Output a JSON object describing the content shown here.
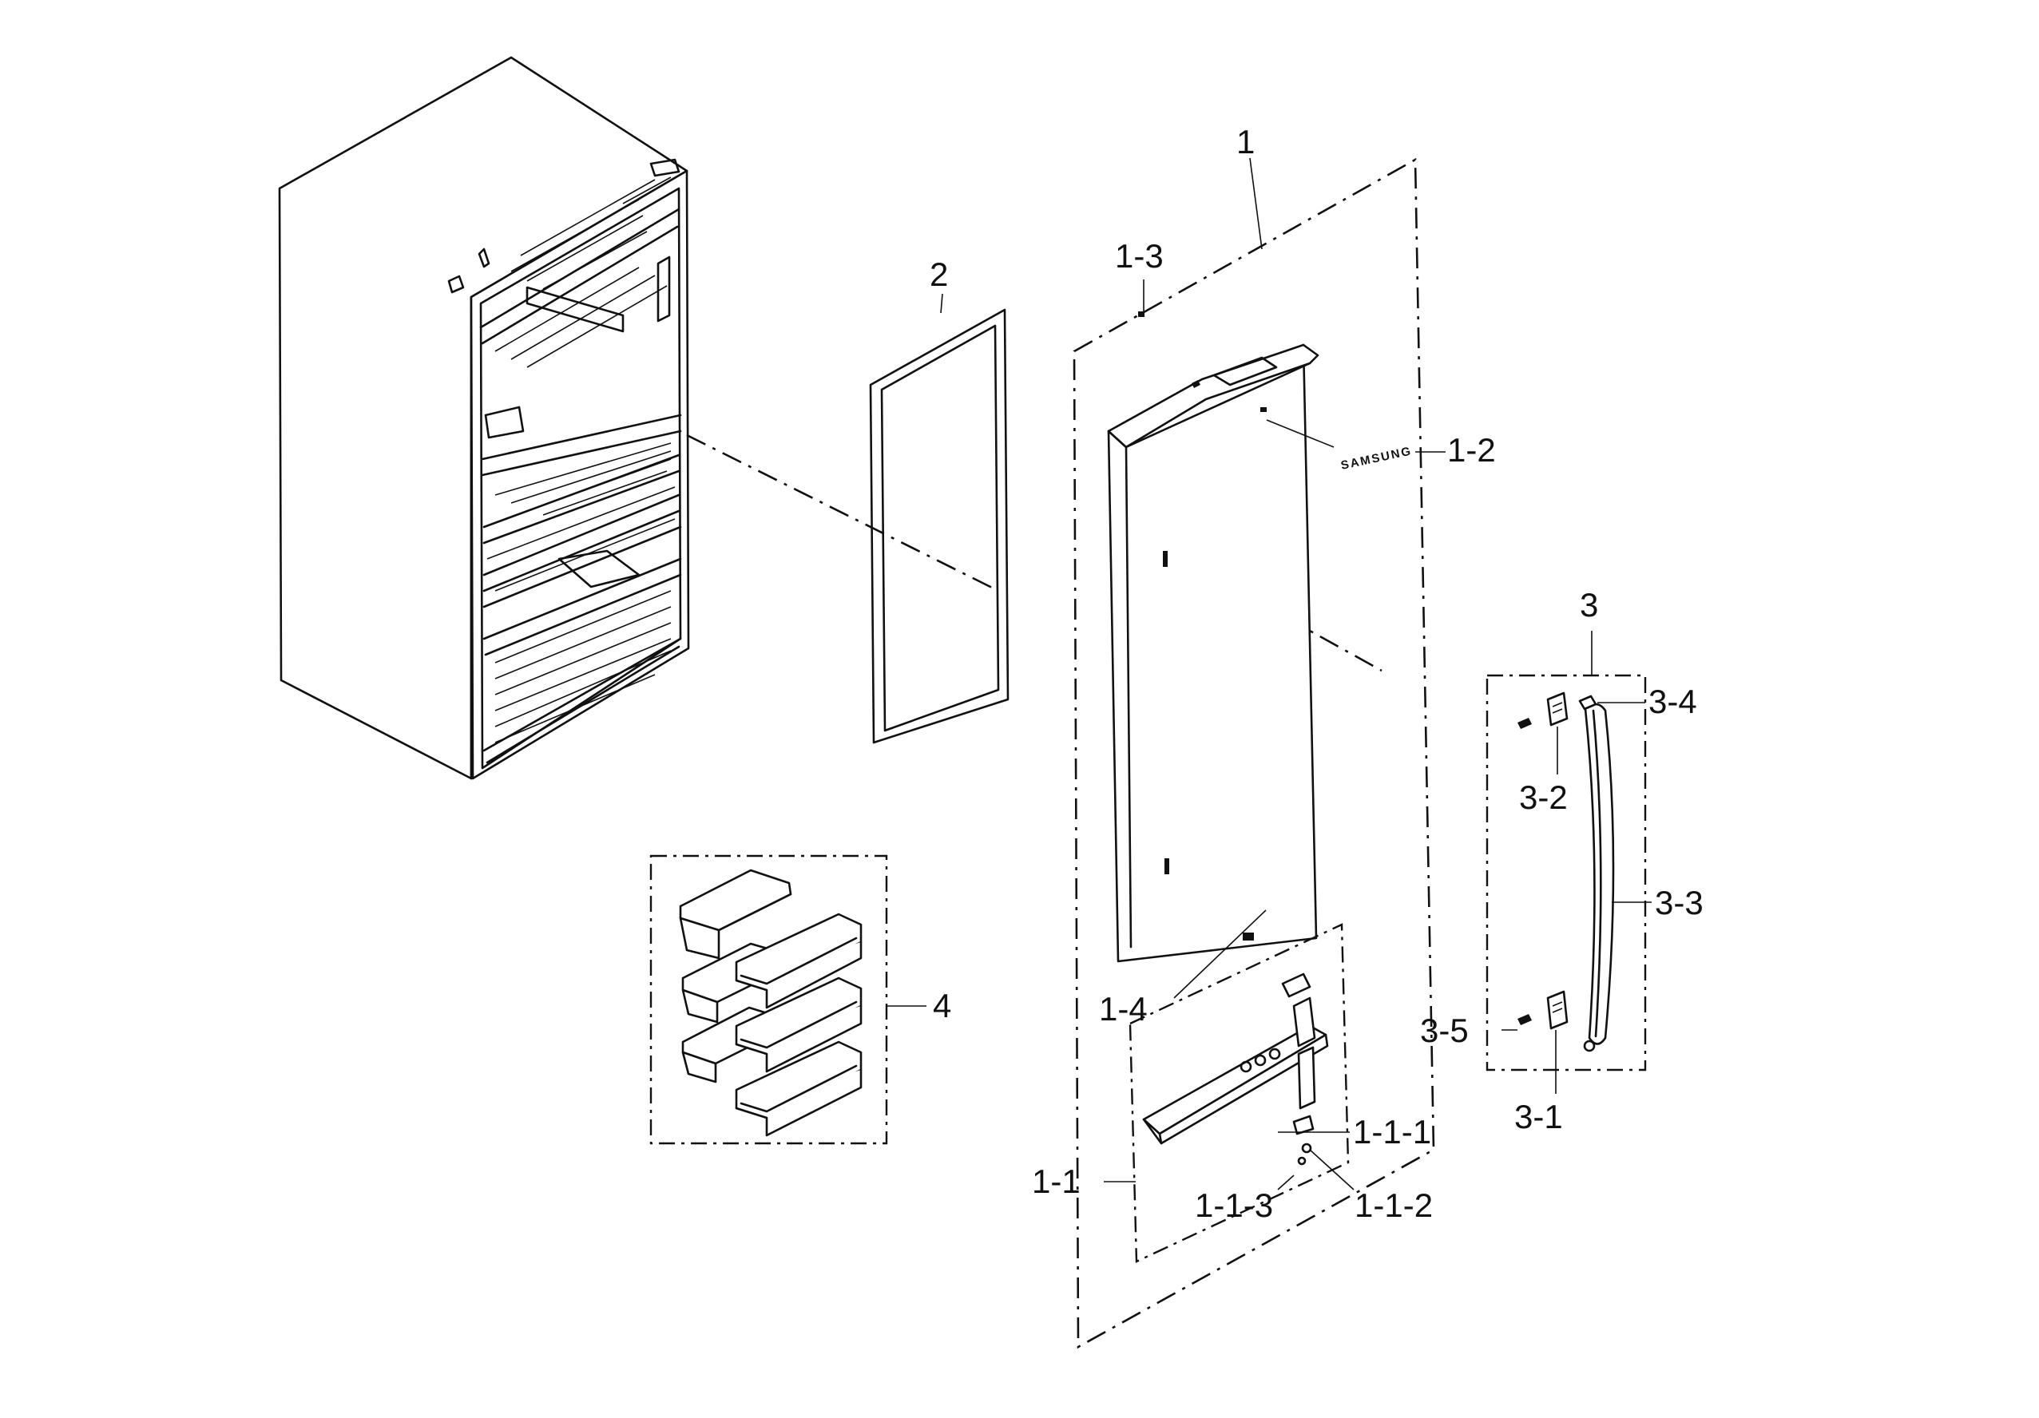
{
  "diagram": {
    "labels": {
      "l1": "1",
      "l1_1": "1-1",
      "l1_1_1": "1-1-1",
      "l1_1_2": "1-1-2",
      "l1_1_3": "1-1-3",
      "l1_2": "1-2",
      "l1_3": "1-3",
      "l1_4": "1-4",
      "l2": "2",
      "l3": "3",
      "l3_1": "3-1",
      "l3_2": "3-2",
      "l3_3": "3-3",
      "l3_4": "3-4",
      "l3_5": "3-5",
      "l4": "4"
    },
    "badge_text": "SAMSUNG"
  }
}
